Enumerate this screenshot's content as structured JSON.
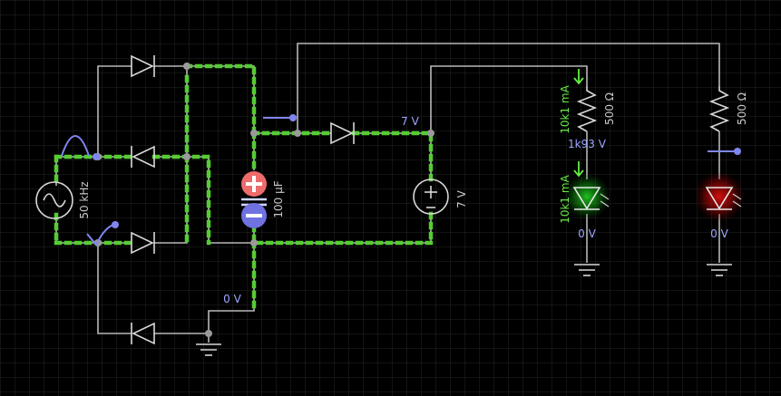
{
  "source": {
    "label": "50 kHz"
  },
  "capacitor": {
    "label": "100 µF"
  },
  "battery": {
    "label": "7 V"
  },
  "resistor_green": {
    "label": "500 Ω",
    "current": "10k1 mA",
    "voltage": "1k93 V"
  },
  "led_green": {
    "current": "10k1 mA",
    "voltage": "0 V",
    "color": "#22cc22"
  },
  "resistor_red": {
    "label": "500 Ω"
  },
  "led_red": {
    "voltage": "0 V",
    "color": "#dd1111"
  },
  "node_voltages": {
    "top_rail": "7 V",
    "ground_node": "0 V"
  },
  "colors": {
    "wire": "#b8b8b8",
    "current": "#55cc33",
    "probe": "#7f86ee",
    "grid": "#262626"
  }
}
